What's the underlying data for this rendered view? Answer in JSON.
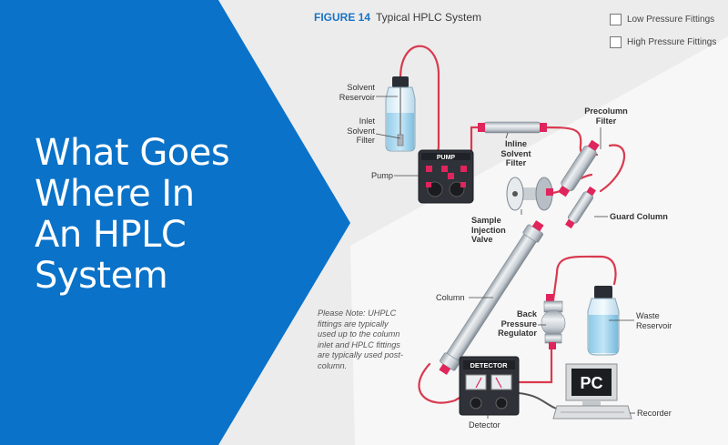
{
  "hero": {
    "lines": [
      "What Goes",
      "Where In",
      "An HPLC",
      "System"
    ]
  },
  "figure": {
    "number": "FIGURE 14",
    "title": "Typical HPLC System"
  },
  "legend": {
    "low": "Low Pressure Fittings",
    "high": "High Pressure Fittings"
  },
  "note": "Please Note: UHPLC fittings are typically used up to the column inlet and HPLC fittings are typically used post-column.",
  "labels": {
    "solvent_reservoir": [
      "Solvent",
      "Reservoir"
    ],
    "inlet_filter": [
      "Inlet",
      "Solvent",
      "Filter"
    ],
    "pump": "Pump",
    "inline_filter": [
      "Inline",
      "Solvent",
      "Filter"
    ],
    "precolumn_filter": [
      "Precolumn",
      "Filter"
    ],
    "sample_valve": [
      "Sample",
      "Injection",
      "Valve"
    ],
    "guard_column": "Guard Column",
    "column": "Column",
    "back_pressure": [
      "Back",
      "Pressure",
      "Regulator"
    ],
    "waste_reservoir": [
      "Waste",
      "Reservoir"
    ],
    "detector": "Detector",
    "recorder": "Recorder"
  },
  "device_text": {
    "pump": "PUMP",
    "detector": "DETECTOR",
    "pc": "PC"
  },
  "colors": {
    "blue": "#0a72c8",
    "tubing": "#d93a4f",
    "fitting": "#e0245c"
  }
}
